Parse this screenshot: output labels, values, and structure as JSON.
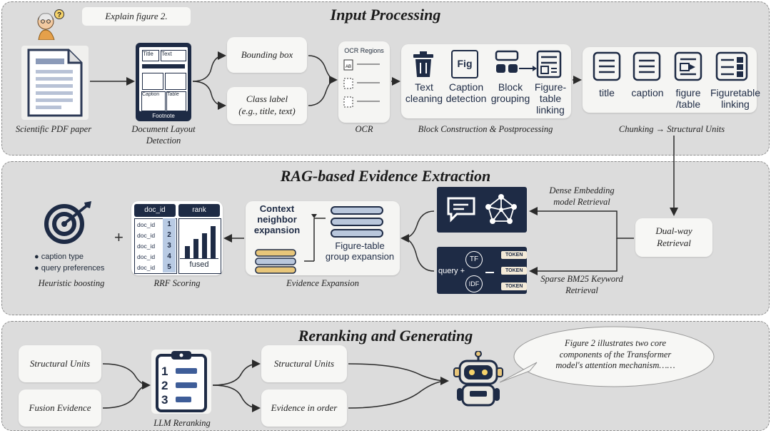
{
  "sections": {
    "input_processing": {
      "title": "Input Processing",
      "query_bubble": "Explain figure 2.",
      "pdf_caption": "Scientific PDF paper",
      "layout_caption": "Document Layout Detection",
      "layout_labels": {
        "title": "Title",
        "text": "Text",
        "caption": "Caption",
        "table": "Table",
        "footnote": "Footnote"
      },
      "bbox_label": "Bounding box",
      "class_label": "Class label\n(e.g., title, text)",
      "ocr_regions": "OCR Regions",
      "ocr_caption": "OCR",
      "block_items": [
        {
          "label": "Text\ncleaning",
          "icon": "trash-icon"
        },
        {
          "label": "Caption\ndetection",
          "icon": "fig-icon"
        },
        {
          "label": "Block\ngrouping",
          "icon": "blocks-icon"
        },
        {
          "label": "Figure-\ntable\nlinking",
          "icon": "link-doc-icon"
        }
      ],
      "fig_text": "Fig",
      "block_caption": "Block Construction & Postprocessing",
      "chunk_items": [
        {
          "label": "title",
          "icon": "lines-icon"
        },
        {
          "label": "caption",
          "icon": "lines-icon"
        },
        {
          "label": "figure\n/table",
          "icon": "figure-icon"
        },
        {
          "label": "Figuretable\nlinking",
          "icon": "list-icon"
        }
      ],
      "chunk_caption": "Chunking → Structural Units"
    },
    "rag": {
      "title": "RAG-based Evidence Extraction",
      "dense_caption": "Dense Embedding\nmodel Retrieval",
      "sparse_caption": "Sparse BM25 Keyword\nRetrieval",
      "dual_way": "Dual-way\nRetrieval",
      "query_plus": "query +",
      "tf": "TF",
      "idf": "IDF",
      "token": "TOKEN",
      "context_expansion": "Context\nneighbor\nexpansion",
      "figure_table_expansion": "Figure-table\ngroup expansion",
      "evidence_caption": "Evidence Expansion",
      "rrf_headers": {
        "doc_id": "doc_id",
        "rank": "rank"
      },
      "rrf_rows": [
        "doc_id",
        "doc_id",
        "doc_id",
        "doc_id",
        "doc_id"
      ],
      "rrf_ranks": [
        "1",
        "2",
        "3",
        "4",
        "5"
      ],
      "fused": "fused",
      "rrf_caption": "RRF Scoring",
      "plus": "+",
      "boost_items": [
        "caption type",
        "query preferences"
      ],
      "boost_caption": "Heuristic boosting"
    },
    "rerank": {
      "title": "Reranking and Generating",
      "inputs": [
        "Structural Units",
        "Fusion Evidence"
      ],
      "llm_ranks": [
        "1",
        "2",
        "3"
      ],
      "llm_caption": "LLM Reranking",
      "outputs": [
        "Structural Units",
        "Evidence in order"
      ],
      "answer": "Figure 2 illustrates two core components of the Transformer model's attention mechanism……"
    }
  },
  "colors": {
    "navy": "#1e2b45",
    "panel": "#dcdcdc",
    "card": "#f5f5f3",
    "accent": "#e8c67a"
  }
}
